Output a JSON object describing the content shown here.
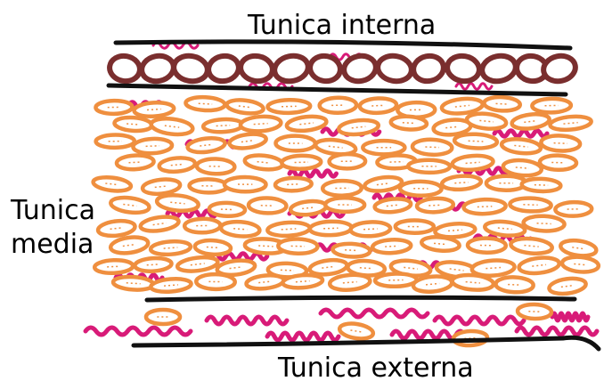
{
  "labels": {
    "tunica_interna": "Tunica interna",
    "tunica_media_line1": "Tunica",
    "tunica_media_line2": "media",
    "tunica_externa": "Tunica externa"
  },
  "colors": {
    "boundary_line": "#111111",
    "endothelial_cell": "#7a2e2e",
    "smooth_muscle_cell": "#ef8f3f",
    "elastic_fiber": "#d81b78",
    "label_text": "#000000"
  },
  "components": {
    "inner_layer": "endothelial cells",
    "middle_layer": "smooth muscle cells and elastic fibers",
    "outer_layer": "elastic fibers and smooth muscle cells"
  }
}
